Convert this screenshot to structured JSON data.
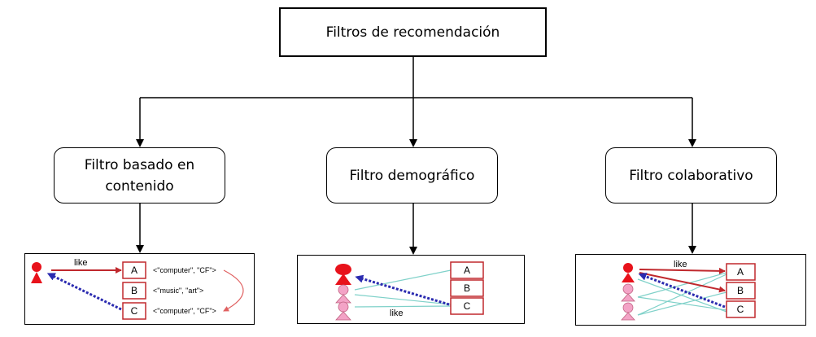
{
  "diagram": {
    "root": "Filtros de recomendación",
    "children": [
      {
        "line1": "Filtro basado en",
        "line2": "contenido"
      },
      {
        "label": "Filtro demográfico"
      },
      {
        "label": "Filtro colaborativo"
      }
    ]
  },
  "panels": {
    "content": {
      "like": "like",
      "items": [
        "A",
        "B",
        "C"
      ],
      "tags": [
        "<\"computer\", \"CF\">",
        "<\"music\", \"art\">",
        "<\"computer\", \"CF\">"
      ]
    },
    "demographic": {
      "like": "like",
      "items": [
        "A",
        "B",
        "C"
      ]
    },
    "collaborative": {
      "like": "like",
      "items": [
        "A",
        "B",
        "C"
      ]
    }
  },
  "colors": {
    "user_active": "#e8121b",
    "user_other": "#f3a3c6",
    "like_arrow": "#c0282d",
    "recommend_arrow": "#2b2bb0",
    "similarity_line": "#7fd1c9",
    "item_border": "#c0282d"
  }
}
